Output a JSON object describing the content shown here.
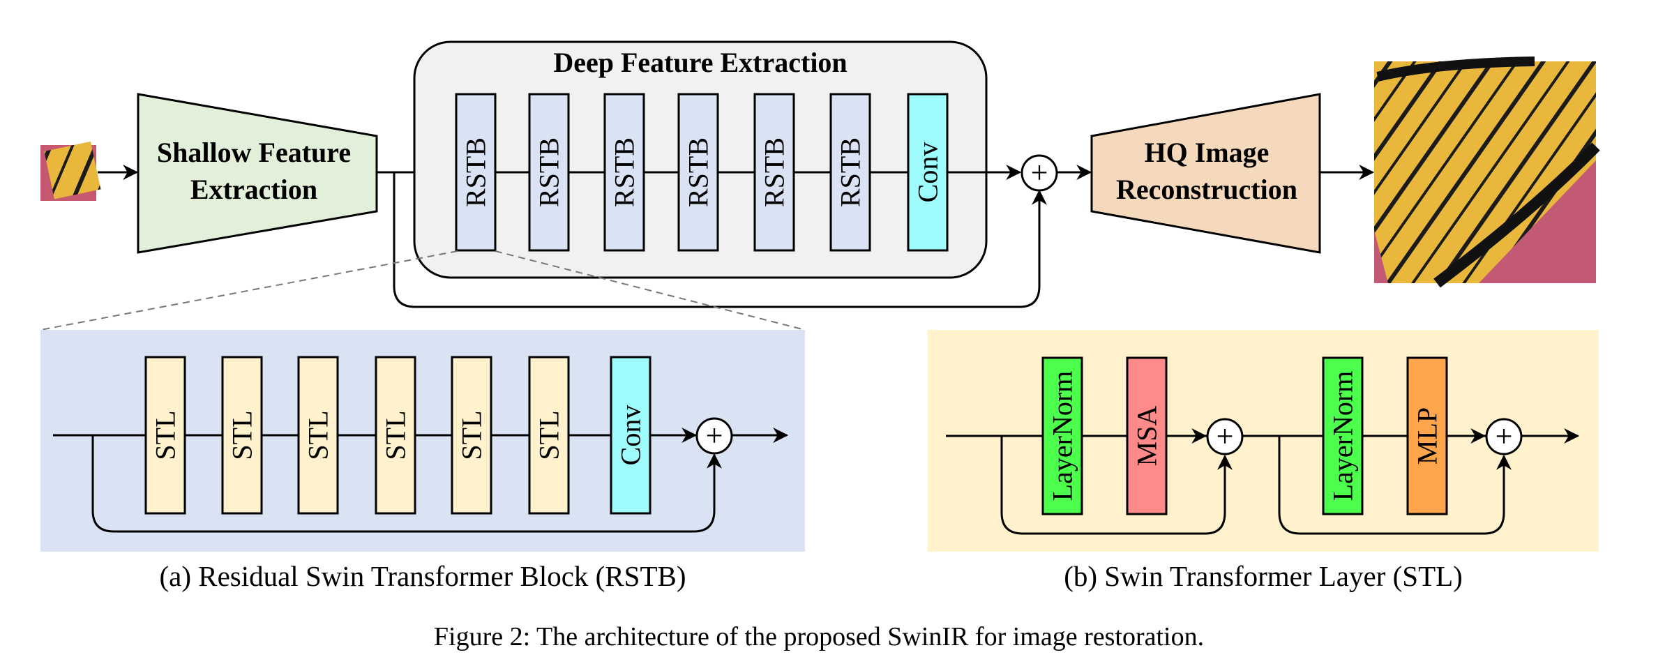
{
  "top": {
    "shallow_label": [
      "Shallow Feature",
      "Extraction"
    ],
    "deep_title": "Deep Feature Extraction",
    "deep_blocks": [
      "RSTB",
      "RSTB",
      "RSTB",
      "RSTB",
      "RSTB",
      "RSTB",
      "Conv"
    ],
    "hq_label": [
      "HQ Image",
      "Reconstruction"
    ],
    "plus_symbol": "+"
  },
  "panel_a": {
    "blocks": [
      "STL",
      "STL",
      "STL",
      "STL",
      "STL",
      "STL",
      "Conv"
    ],
    "caption": "(a) Residual Swin Transformer Block (RSTB)"
  },
  "panel_b": {
    "blocks_1": [
      "LayerNorm",
      "MSA"
    ],
    "blocks_2": [
      "LayerNorm",
      "MLP"
    ],
    "caption": "(b) Swin Transformer Layer (STL)"
  },
  "figure_caption": "Figure 2: The architecture of the proposed SwinIR for image restoration.",
  "colors": {
    "shallow_fill": "#e2efd9",
    "deep_bg": "#f1f1f1",
    "rstb_fill": "#dae3f3",
    "conv_fill": "#9ffcfc",
    "hq_fill": "#f5d9bc",
    "panel_a_bg": "#dae3f3",
    "stl_fill": "#fff2cc",
    "panel_b_bg": "#fff2cc",
    "layernorm_fill": "#4dff4d",
    "msa_fill": "#ff8a8a",
    "mlp_fill": "#ffa64d"
  }
}
